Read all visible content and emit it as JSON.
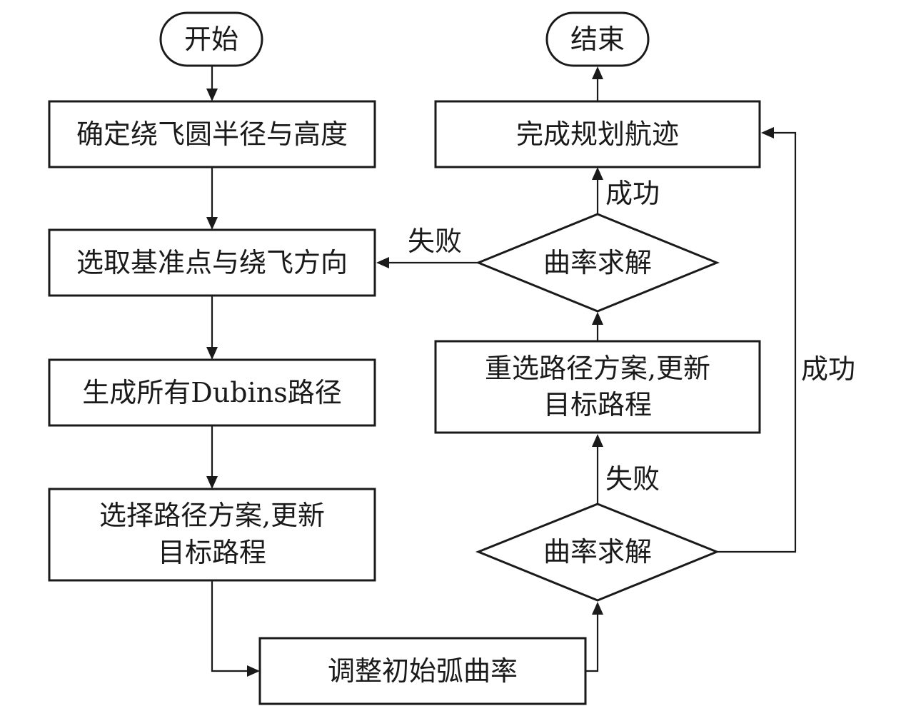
{
  "nodes": {
    "start": "开始",
    "end": "结束",
    "set_radius_height": "确定绕飞圆半径与高度",
    "select_point_direction": "选取基准点与绕飞方向",
    "generate_dubins": "生成所有Dubins路径",
    "select_scheme_line1": "选择路径方案,更新",
    "select_scheme_line2": "目标路程",
    "adjust_arc": "调整初始弧曲率",
    "solve_lower": "曲率求解",
    "reselect_line1": "重选路径方案,更新",
    "reselect_line2": "目标路程",
    "solve_upper": "曲率求解",
    "complete": "完成规划航迹"
  },
  "edge_labels": {
    "upper_success": "成功",
    "upper_fail": "失败",
    "lower_fail": "失败",
    "lower_success": "成功"
  }
}
